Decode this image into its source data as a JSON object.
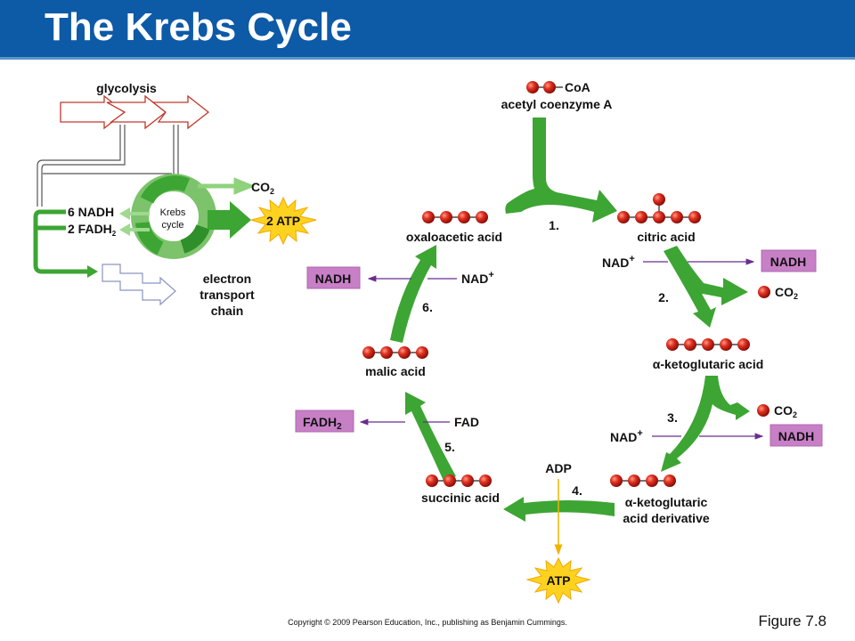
{
  "title": "The Krebs Cycle",
  "inset": {
    "glycolysis": "glycolysis",
    "krebs_line1": "Krebs",
    "krebs_line2": "cycle",
    "co2": "CO",
    "co2_sub": "2",
    "nadh": "6 NADH",
    "fadh": "2 FADH",
    "fadh_sub": "2",
    "atp": "2 ATP",
    "etc_line1": "electron",
    "etc_line2": "transport",
    "etc_line3": "chain"
  },
  "cycle": {
    "acetyl_coa_tag": "CoA",
    "acetyl_coa": "acetyl coenzyme A",
    "citric_acid": "citric acid",
    "oxaloacetic_acid": "oxaloacetic acid",
    "alpha_ketoglutaric_acid": "α-ketoglutaric acid",
    "alpha_ketoglutaric_derivative_1": "α-ketoglutaric",
    "alpha_ketoglutaric_derivative_2": "acid derivative",
    "succinic_acid": "succinic acid",
    "malic_acid": "malic acid",
    "steps": [
      "1.",
      "2.",
      "3.",
      "4.",
      "5.",
      "6."
    ],
    "nad_plus": "NAD",
    "plus": "+",
    "nadh": "NADH",
    "co2": "CO",
    "co2_sub": "2",
    "fad": "FAD",
    "fadh": "FADH",
    "fadh_sub": "2",
    "adp": "ADP",
    "atp": "ATP"
  },
  "footer": {
    "copyright": "Copyright © 2009 Pearson Education, Inc., publishing as Benjamin Cummings.",
    "figure": "Figure 7.8"
  },
  "colors": {
    "header": "#0d5aa7",
    "green": "#3da533",
    "purple": "#6a2c91",
    "box": "#c77fc6",
    "ball": "#d92b1e"
  }
}
